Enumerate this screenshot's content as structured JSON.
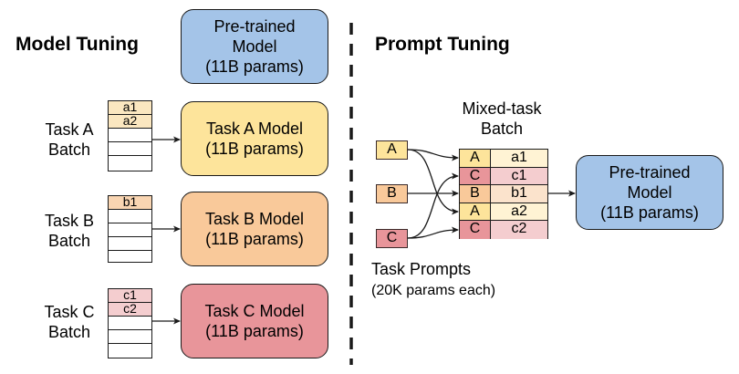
{
  "colors": {
    "pretrained": "#a4c4e8",
    "task_a": "#fde49b",
    "task_a_light": "#fff3d4",
    "task_b": "#f9c99a",
    "task_b_light": "#fbe3cc",
    "task_c": "#e8959a",
    "task_c_light": "#f4cdcf",
    "line": "#1a1a1a"
  },
  "model_tuning": {
    "heading": "Model Tuning",
    "pretrained": {
      "line1": "Pre-trained",
      "line2": "Model",
      "line3": "(11B params)"
    },
    "tasks": [
      {
        "label_line1": "Task A",
        "label_line2": "Batch",
        "rows": [
          "a1",
          "a2",
          "",
          "",
          ""
        ],
        "model_line1": "Task A Model",
        "model_line2": "(11B params)"
      },
      {
        "label_line1": "Task B",
        "label_line2": "Batch",
        "rows": [
          "b1",
          "",
          "",
          "",
          ""
        ],
        "model_line1": "Task B Model",
        "model_line2": "(11B params)"
      },
      {
        "label_line1": "Task C",
        "label_line2": "Batch",
        "rows": [
          "c1",
          "c2",
          "",
          "",
          ""
        ],
        "model_line1": "Task C Model",
        "model_line2": "(11B params)"
      }
    ]
  },
  "prompt_tuning": {
    "heading": "Prompt Tuning",
    "mixed_label_line1": "Mixed-task",
    "mixed_label_line2": "Batch",
    "prompts": [
      "A",
      "B",
      "C"
    ],
    "mixed_rows": [
      {
        "tag": "A",
        "value": "a1"
      },
      {
        "tag": "C",
        "value": "c1"
      },
      {
        "tag": "B",
        "value": "b1"
      },
      {
        "tag": "A",
        "value": "a2"
      },
      {
        "tag": "C",
        "value": "c2"
      }
    ],
    "prompts_label_line1": "Task Prompts",
    "prompts_label_line2": "(20K params each)",
    "pretrained": {
      "line1": "Pre-trained",
      "line2": "Model",
      "line3": "(11B params)"
    }
  }
}
